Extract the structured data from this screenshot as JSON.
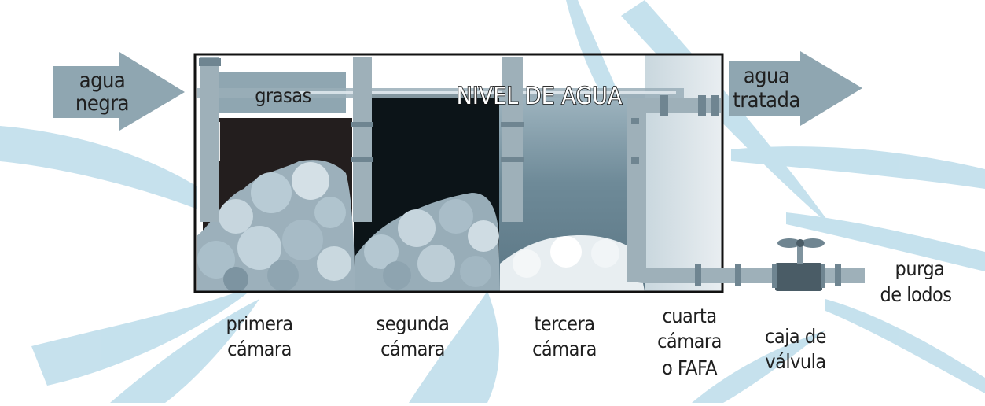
{
  "arrows": {
    "inlet": [
      "agua",
      "negra"
    ],
    "outlet": [
      "agua",
      "tratada"
    ]
  },
  "tank": {
    "fat_label": "grasas",
    "water_level": "NIVEL DE AGUA"
  },
  "chambers": [
    [
      "primera",
      "cámara"
    ],
    [
      "segunda",
      "cámara"
    ],
    [
      "tercera",
      "cámara"
    ],
    [
      "cuarta",
      "cámara",
      "o FAFA"
    ]
  ],
  "valve_box": [
    "caja de",
    "válvula"
  ],
  "sludge_purge": [
    "purga",
    "de lodos"
  ],
  "colors": {
    "background_rays": "#b6d8e6",
    "arrow": "#8fa6b1",
    "pipe": "#9eb0b9",
    "pipe_dark": "#4a5c66",
    "chamber1": "#211c1c",
    "chamber2": "#0c1418",
    "chamber3": "#6f8793",
    "outline": "#111111"
  }
}
